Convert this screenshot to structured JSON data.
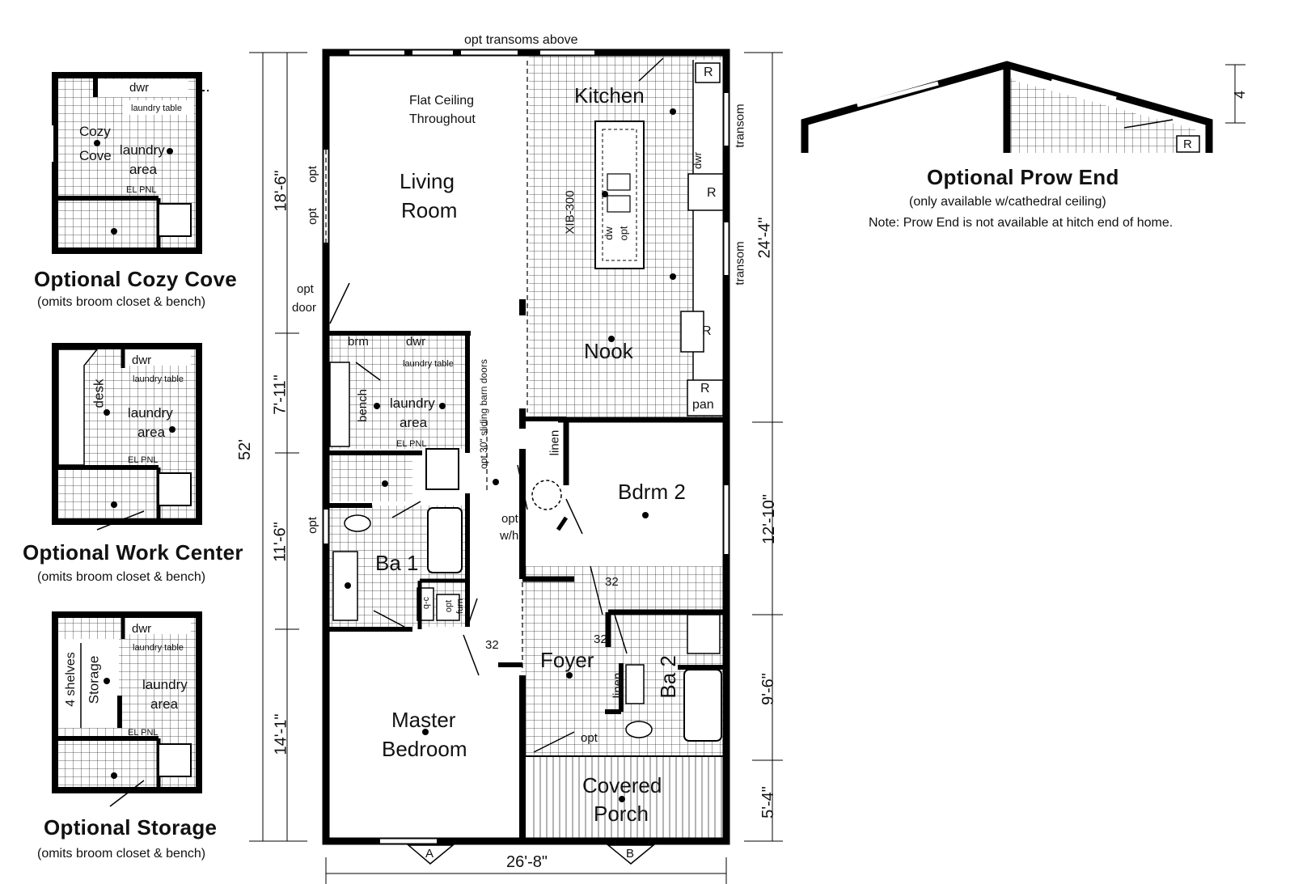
{
  "options": {
    "cozy_cove": {
      "title": "Optional Cozy Cove",
      "subtitle": "(omits broom closet & bench)",
      "labels": {
        "dwr": "dwr",
        "laundry_table": "laundry table",
        "cozy": "Cozy",
        "cove": "Cove",
        "laundry": "laundry",
        "area": "area",
        "el_pnl": "EL PNL"
      }
    },
    "work_center": {
      "title": "Optional Work Center",
      "subtitle": "(omits broom closet & bench)",
      "labels": {
        "dwr": "dwr",
        "laundry_table": "laundry table",
        "desk": "desk",
        "laundry": "laundry",
        "area": "area",
        "el_pnl": "EL PNL"
      }
    },
    "storage": {
      "title": "Optional Storage",
      "subtitle": "(omits broom closet & bench)",
      "labels": {
        "dwr": "dwr",
        "laundry_table": "laundry table",
        "shelves": "4 shelves",
        "storage": "Storage",
        "laundry": "laundry",
        "area": "area",
        "el_pnl": "EL PNL"
      }
    },
    "prow_end": {
      "title": "Optional Prow End",
      "note1": "(only available w/cathedral ceiling)",
      "note2": "Note: Prow End is not available at hitch end of home.",
      "pitch": "4",
      "r_label": "R"
    }
  },
  "plan": {
    "top_note": "opt transoms above",
    "ceiling_note_1": "Flat Ceiling",
    "ceiling_note_2": "Throughout",
    "rooms": {
      "living_1": "Living",
      "living_2": "Room",
      "kitchen": "Kitchen",
      "nook": "Nook",
      "bdrm2": "Bdrm 2",
      "ba1": "Ba 1",
      "ba2": "Ba 2",
      "foyer": "Foyer",
      "master_1": "Master",
      "master_2": "Bedroom",
      "porch_1": "Covered",
      "porch_2": "Porch",
      "laundry": "laundry",
      "area": "area"
    },
    "labels": {
      "brm": "brm",
      "dwr": "dwr",
      "dwr_kitchen": "dwr",
      "laundry_table": "laundry table",
      "bench": "bench",
      "el_pnl": "EL PNL",
      "barn_doors": "opt 30\" sliding barn doors",
      "opt_wh_1": "opt",
      "opt_wh_2": "w/h",
      "opt_door_1": "opt",
      "opt_door_2": "door",
      "opt_left_1": "opt",
      "opt_left_2": "opt",
      "opt_ba1": "opt",
      "opt_furn_1": "opt",
      "opt_furn_2": "furn",
      "qc": "q-c",
      "opt_porch": "opt",
      "linen1": "linen",
      "linen2": "linen",
      "island": "XIB-300",
      "dw": "dw",
      "opt_dw": "opt",
      "r1": "R",
      "r2": "R",
      "r3": "R",
      "r4": "R",
      "pan": "pan",
      "transom1": "transom",
      "transom2": "transom",
      "door_32a": "32",
      "door_32b": "32",
      "door_32c": "32",
      "marker_a": "A",
      "marker_b": "B"
    },
    "dimensions": {
      "total_length": "52'",
      "width": "26'-8\"",
      "left": [
        "18'-6\"",
        "7'-11\"",
        "11'-6\"",
        "14'-1\""
      ],
      "right": [
        "24'-4\"",
        "12'-10\"",
        "9'-6\"",
        "5'-4\""
      ]
    }
  }
}
